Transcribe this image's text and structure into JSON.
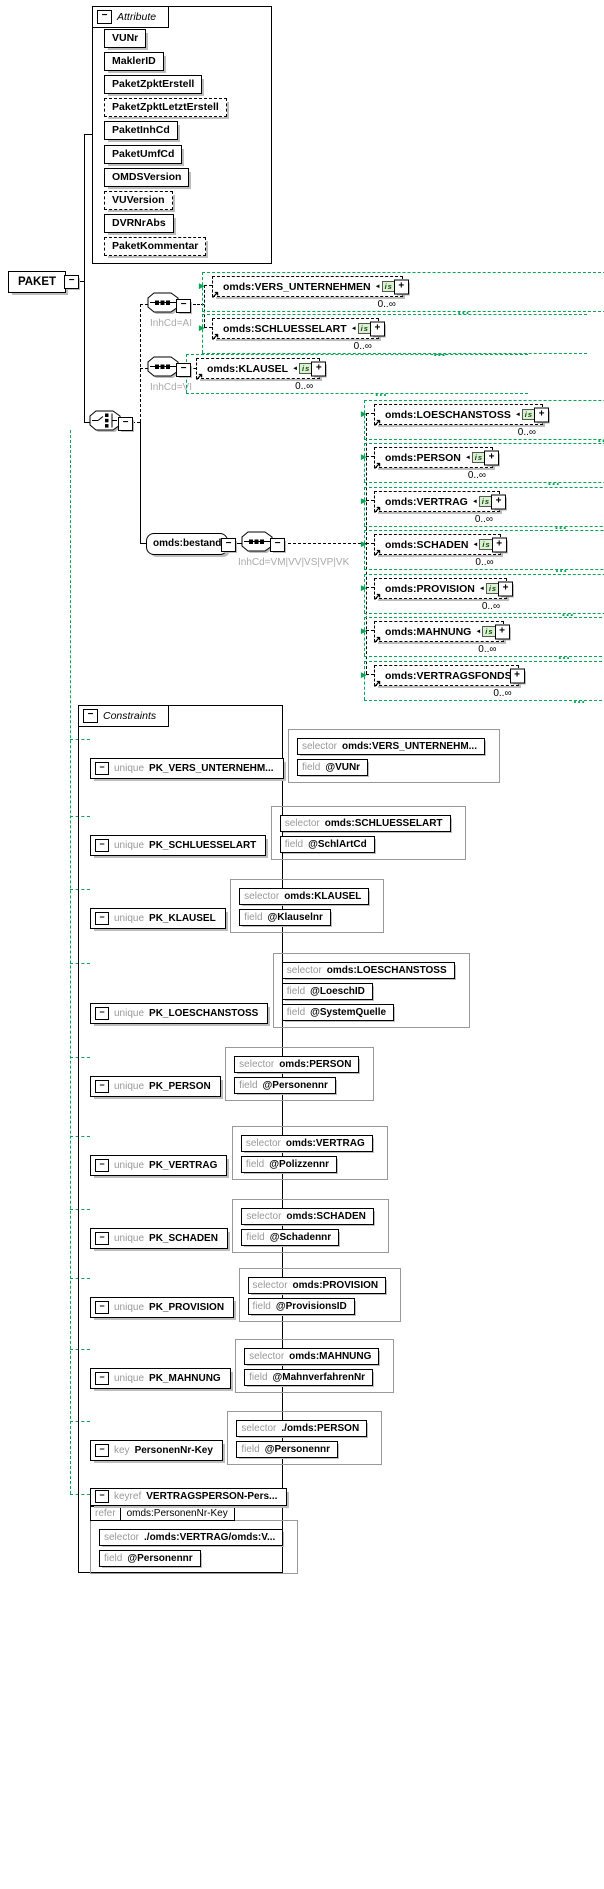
{
  "icons": {
    "collapse": "−",
    "expand": "+",
    "reference": "↗",
    "badge_arrow": "◄",
    "green_arrow": "▶",
    "range_dots": "…"
  },
  "root": {
    "label": "PAKET"
  },
  "attributes": {
    "title": "Attribute",
    "items": [
      {
        "label": "VUNr",
        "optional": false
      },
      {
        "label": "MaklerID",
        "optional": false
      },
      {
        "label": "PaketZpktErstell",
        "optional": false
      },
      {
        "label": "PaketZpktLetztErstell",
        "optional": true
      },
      {
        "label": "PaketInhCd",
        "optional": false
      },
      {
        "label": "PaketUmfCd",
        "optional": false
      },
      {
        "label": "OMDSVersion",
        "optional": false
      },
      {
        "label": "VUVersion",
        "optional": true
      },
      {
        "label": "DVRNrAbs",
        "optional": false
      },
      {
        "label": "PaketKommentar",
        "optional": true
      }
    ]
  },
  "branches": {
    "ai": {
      "condition": "InhCd=AI"
    },
    "vi": {
      "condition": "InhCd=VI"
    },
    "bestand": {
      "label": "omds:bestand",
      "condition": "InhCd=VM|VV|VS|VP|VK"
    }
  },
  "elements": {
    "top": [
      {
        "label": "omds:VERS_UNTERNEHMEN",
        "occurs": "0..∞",
        "badge": "is"
      },
      {
        "label": "omds:SCHLUESSELART",
        "occurs": "0..∞",
        "badge": "is"
      },
      {
        "label": "omds:KLAUSEL",
        "occurs": "0..∞",
        "badge": "is"
      }
    ],
    "bestand_children": [
      {
        "label": "omds:LOESCHANSTOSS",
        "occurs": "0..∞",
        "badge": "is"
      },
      {
        "label": "omds:PERSON",
        "occurs": "0..∞",
        "badge": "is"
      },
      {
        "label": "omds:VERTRAG",
        "occurs": "0..∞",
        "badge": "is"
      },
      {
        "label": "omds:SCHADEN",
        "occurs": "0..∞",
        "badge": "is"
      },
      {
        "label": "omds:PROVISION",
        "occurs": "0..∞",
        "badge": "is"
      },
      {
        "label": "omds:MAHNUNG",
        "occurs": "0..∞",
        "badge": "is"
      },
      {
        "label": "omds:VERTRAGSFONDS",
        "occurs": "0..∞",
        "badge": ""
      }
    ]
  },
  "constraints": {
    "title": "Constraints",
    "blocks": [
      {
        "kind": "unique",
        "name": "PK_VERS_UNTERNEHM...",
        "rows": [
          {
            "kind": "selector",
            "value": "omds:VERS_UNTERNEHM..."
          },
          {
            "kind": "field",
            "value": "@VUNr"
          }
        ]
      },
      {
        "kind": "unique",
        "name": "PK_SCHLUESSELART",
        "rows": [
          {
            "kind": "selector",
            "value": "omds:SCHLUESSELART"
          },
          {
            "kind": "field",
            "value": "@SchlArtCd"
          }
        ]
      },
      {
        "kind": "unique",
        "name": "PK_KLAUSEL",
        "rows": [
          {
            "kind": "selector",
            "value": "omds:KLAUSEL"
          },
          {
            "kind": "field",
            "value": "@Klauselnr"
          }
        ]
      },
      {
        "kind": "unique",
        "name": "PK_LOESCHANSTOSS",
        "rows": [
          {
            "kind": "selector",
            "value": "omds:LOESCHANSTOSS"
          },
          {
            "kind": "field",
            "value": "@LoeschID"
          },
          {
            "kind": "field",
            "value": "@SystemQuelle"
          }
        ]
      },
      {
        "kind": "unique",
        "name": "PK_PERSON",
        "rows": [
          {
            "kind": "selector",
            "value": "omds:PERSON"
          },
          {
            "kind": "field",
            "value": "@Personennr"
          }
        ]
      },
      {
        "kind": "unique",
        "name": "PK_VERTRAG",
        "rows": [
          {
            "kind": "selector",
            "value": "omds:VERTRAG"
          },
          {
            "kind": "field",
            "value": "@Polizzennr"
          }
        ]
      },
      {
        "kind": "unique",
        "name": "PK_SCHADEN",
        "rows": [
          {
            "kind": "selector",
            "value": "omds:SCHADEN"
          },
          {
            "kind": "field",
            "value": "@Schadennr"
          }
        ]
      },
      {
        "kind": "unique",
        "name": "PK_PROVISION",
        "rows": [
          {
            "kind": "selector",
            "value": "omds:PROVISION"
          },
          {
            "kind": "field",
            "value": "@ProvisionsID"
          }
        ]
      },
      {
        "kind": "unique",
        "name": "PK_MAHNUNG",
        "rows": [
          {
            "kind": "selector",
            "value": "omds:MAHNUNG"
          },
          {
            "kind": "field",
            "value": "@MahnverfahrenNr"
          }
        ]
      },
      {
        "kind": "key",
        "name": "PersonenNr-Key",
        "rows": [
          {
            "kind": "selector",
            "value": "./omds:PERSON"
          },
          {
            "kind": "field",
            "value": "@Personennr"
          }
        ]
      },
      {
        "kind": "keyref",
        "name": "VERTRAGSPERSON-Pers...",
        "refer_label": "refer",
        "refer": "omds:PersonenNr-Key",
        "rows": [
          {
            "kind": "selector",
            "value": "./omds:VERTRAG/omds:V..."
          },
          {
            "kind": "field",
            "value": "@Personennr"
          }
        ]
      }
    ]
  }
}
